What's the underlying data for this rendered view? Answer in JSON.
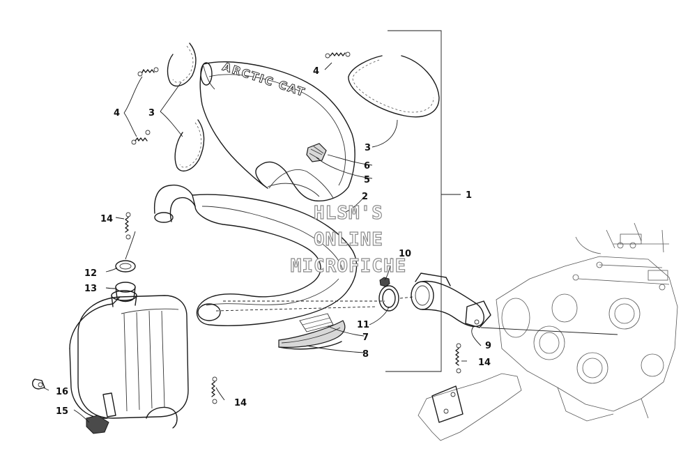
{
  "diagram": {
    "watermark": [
      "HLSM'S",
      "ONLINE",
      "MICROFICHE"
    ],
    "shield_logo_text": "ARCTIC CAT",
    "callouts": {
      "c1": "1",
      "c2": "2",
      "c3a": "3",
      "c3b": "3",
      "c4a": "4",
      "c4b": "4",
      "c5": "5",
      "c6": "6",
      "c7": "7",
      "c8": "8",
      "c9": "9",
      "c10": "10",
      "c11": "11",
      "c12": "12",
      "c13": "13",
      "c14a": "14",
      "c14b": "14",
      "c14c": "14",
      "c15": "15",
      "c16": "16"
    }
  }
}
